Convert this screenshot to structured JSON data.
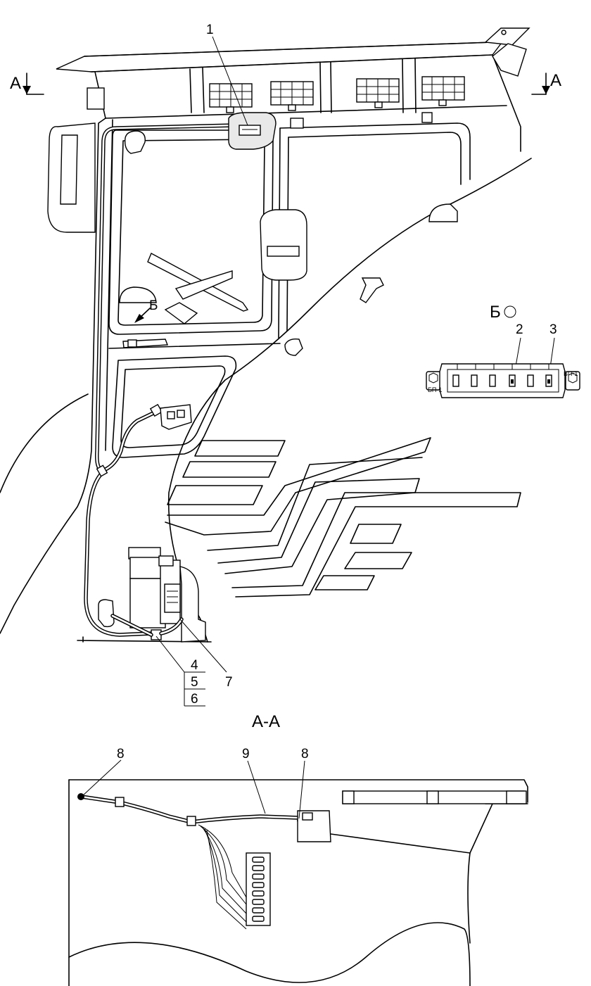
{
  "section_marks": {
    "left_letter": "A",
    "right_letter": "A",
    "section_title": "A-A"
  },
  "view_b": {
    "arrow_letter": "Б",
    "detail_title": "Б"
  },
  "callouts": {
    "c1": "1",
    "c2": "2",
    "c3": "3",
    "c4": "4",
    "c5": "5",
    "c6": "6",
    "c7": "7",
    "c8_left": "8",
    "c8_right": "8",
    "c9": "9"
  },
  "fuse_block": {
    "label_left": "БП-1",
    "label_right": "БП-1",
    "slot_count": 6
  }
}
